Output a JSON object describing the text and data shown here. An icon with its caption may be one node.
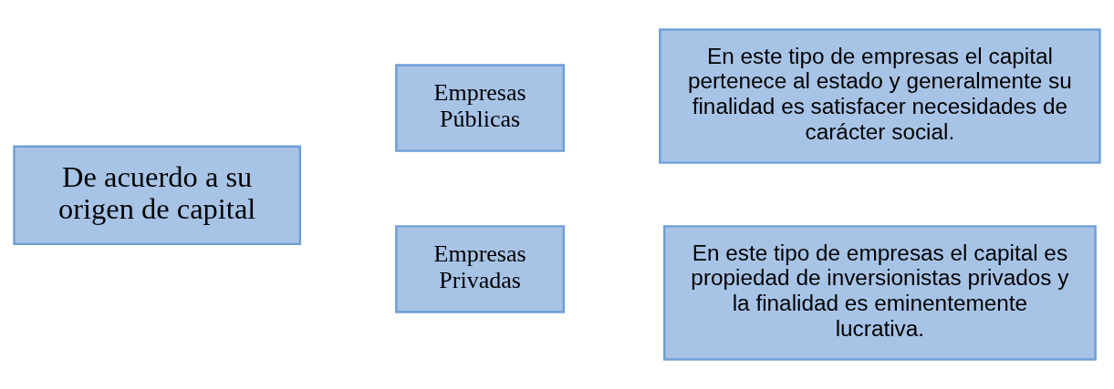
{
  "diagram": {
    "nodes": [
      {
        "text": [
          "De acuerdo a su origen de capital"
        ]
      },
      {
        "text": [
          "Empresas Públicas"
        ]
      },
      {
        "text": [
          "En este tipo de empresas el capital pertenece al estado y generalmente su finalidad es satisfacer necesidades de carácter social."
        ]
      },
      {
        "text": [
          "Empresas Privadas"
        ]
      },
      {
        "text": [
          "En este tipo de empresas el capital es propiedad de inversionistas privados y la finalidad es eminentemente lucrativa."
        ]
      }
    ],
    "edges": []
  }
}
